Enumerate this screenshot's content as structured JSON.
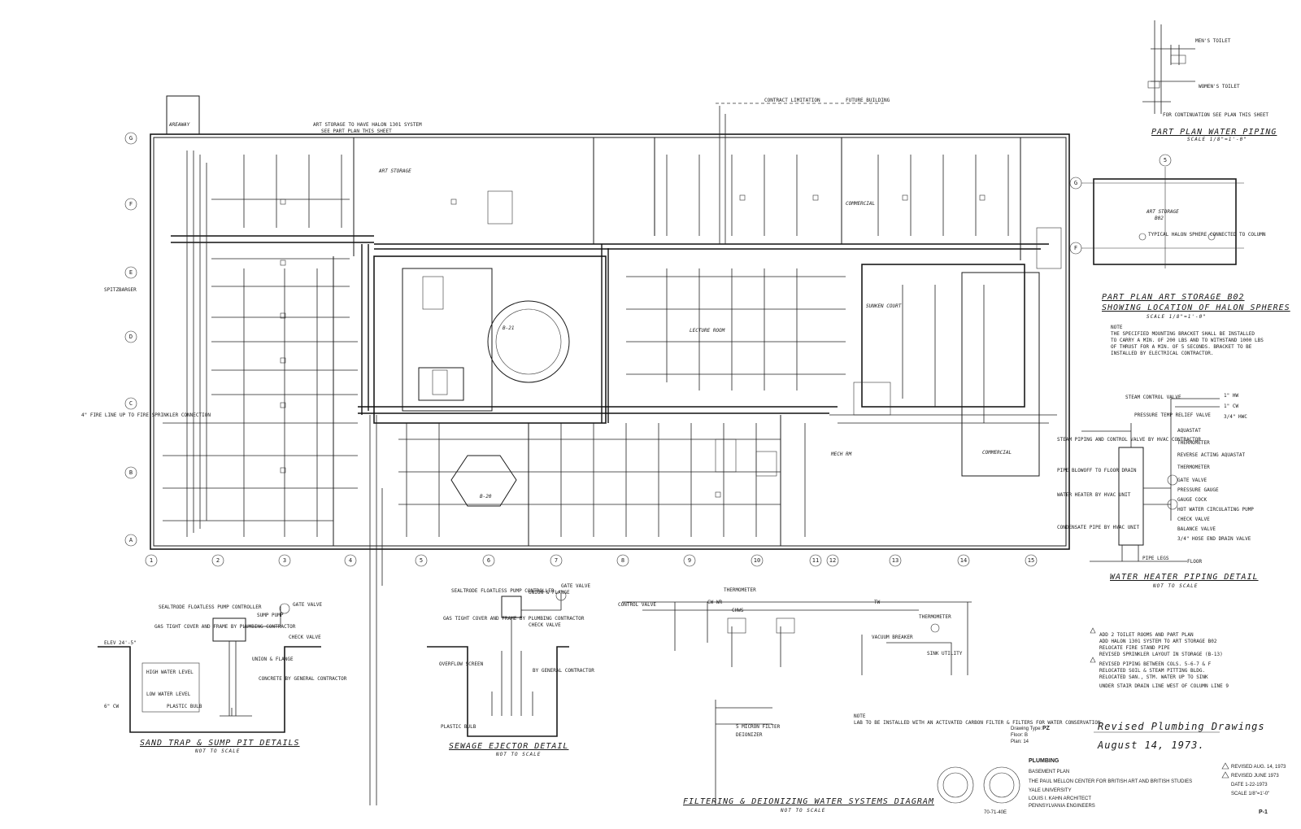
{
  "plan": {
    "notes": {
      "halon_note": "ART STORAGE TO HAVE HALON 1301 SYSTEM",
      "halon_note2": "SEE PART PLAN THIS SHEET",
      "contract_limitation": "CONTRACT LIMITATION",
      "future_building": "FUTURE BUILDING",
      "spitzbarger": "SPITZBARGER",
      "sprinkler_conn": "4\" FIRE LINE UP TO FIRE SPRINKLER CONNECTION"
    },
    "rooms": {
      "areaway": "AREAWAY",
      "art_storage": "ART STORAGE",
      "lecture_room": "LECTURE ROOM",
      "sunken_court": "SUNKEN COURT",
      "commercial": "COMMERCIAL",
      "commercial2": "COMMERCIAL",
      "mech_rm": "MECH RM",
      "b21": "B-21",
      "b20": "B-20"
    },
    "grid_rows": [
      "G",
      "F",
      "E",
      "D",
      "C",
      "B",
      "A"
    ],
    "grid_cols": [
      "1",
      "2",
      "3",
      "4",
      "5",
      "6",
      "7",
      "8",
      "9",
      "10",
      "11",
      "12",
      "13",
      "14",
      "15"
    ]
  },
  "part_plan_water": {
    "title": "PART PLAN WATER PIPING",
    "scale": "SCALE 1/8\"=1'-0\"",
    "men": "MEN'S TOILET",
    "women": "WOMEN'S TOILET",
    "note": "FOR CONTINUATION SEE PLAN THIS SHEET"
  },
  "part_plan_art": {
    "grid_g": "G",
    "grid_f": "F",
    "grid_5": "5",
    "room": "ART STORAGE",
    "room_no": "B02",
    "typical": "TYPICAL HALON SPHERE CONNECTED TO COLUMN",
    "title": "PART PLAN ART STORAGE B02",
    "subtitle": "SHOWING LOCATION OF HALON SPHERES",
    "scale": "SCALE 1/8\"=1'-0\"",
    "note_head": "NOTE",
    "note": [
      "THE SPECIFIED MOUNTING BRACKET SHALL BE INSTALLED",
      "TO CARRY A MIN. OF 200 LBS AND TO WITHSTAND 1000 LBS",
      "OF THRUST FOR A MIN. OF 5 SECONDS. BRACKET TO BE",
      "INSTALLED BY ELECTRICAL CONTRACTOR."
    ]
  },
  "water_heater": {
    "title": "WATER HEATER PIPING DETAIL",
    "scale": "NOT TO SCALE",
    "labels": {
      "steam_control": "STEAM CONTROL VALVE",
      "aquastat": "AQUASTAT",
      "thermometer": "THERMOMETER",
      "reverse": "REVERSE ACTING AQUASTAT",
      "thermometer2": "THERMOMETER",
      "gate": "GATE VALVE",
      "pressure": "PRESSURE GAUGE",
      "gauge_cock": "GAUGE COCK",
      "hot_water": "HOT WATER CIRCULATING PUMP",
      "check": "CHECK VALVE",
      "balance": "BALANCE VALVE",
      "drain": "3/4\" HOSE END DRAIN VALVE",
      "floor": "FLOOR",
      "pipe_legs": "PIPE LEGS",
      "water_heater": "WATER HEATER BY HVAC UNIT",
      "blowoff": "PIPE BLOWOFF TO FLOOR DRAIN",
      "condensate": "CONDENSATE PIPE BY HVAC UNIT",
      "pressure_temp": "PRESSURE TEMP RELIEF VALVE",
      "steam_piping": "STEAM PIPING AND CONTROL VALVE BY HVAC CONTRACTOR",
      "hw": "1\" HW",
      "cw": "1\" CW",
      "hwc": "3/4\" HWC"
    }
  },
  "revisions": [
    "ADD 2 TOILET ROOMS AND PART PLAN",
    "ADD HALON 1301 SYSTEM TO ART STORAGE B02",
    "RELOCATE FIRE STAND PIPE",
    "REVISED SPRINKLER LAYOUT IN STORAGE (B-13)",
    "REVISED PIPING BETWEEN COLS. 5-6-7 & F",
    "RELOCATED SOIL & STEAM PITTING BLDG.",
    "RELOCATED SAN., STM. WATER UP TO SINK",
    "UNDER STAIR DRAIN LINE WEST OF COLUMN LINE 9"
  ],
  "sump": {
    "title": "SAND TRAP & SUMP PIT DETAILS",
    "scale": "NOT TO SCALE",
    "labels": {
      "sealtrode": "SEALTRODE FLOATLESS PUMP CONTROLLER",
      "gas_tight": "GAS TIGHT COVER AND FRAME BY PLUMBING CONTRACTOR",
      "elev": "ELEV 24'-5\"",
      "sump_pump": "SUMP PUMP",
      "check": "CHECK VALVE",
      "gate": "GATE VALVE",
      "union": "UNION & FLANGE",
      "plastic": "PLASTIC BULB",
      "high": "HIGH WATER LEVEL",
      "low": "LOW WATER LEVEL",
      "concrete": "CONCRETE BY GENERAL CONTRACTOR",
      "six_cw": "6\" CW"
    }
  },
  "sewage": {
    "title": "SEWAGE EJECTOR DETAIL",
    "scale": "NOT TO SCALE",
    "labels": {
      "sealtrode": "SEALTRODE FLOATLESS PUMP CONTROLLER",
      "gas_tight": "GAS TIGHT COVER AND FRAME BY PLUMBING CONTRACTOR",
      "union": "UNION & FLANGE",
      "check": "CHECK VALVE",
      "gate": "GATE VALVE",
      "screen": "OVERFLOW SCREEN",
      "concrete": "BY GENERAL CONTRACTOR",
      "plastic": "PLASTIC BULB"
    }
  },
  "filter": {
    "title": "FILTERING & DEIONIZING WATER SYSTEMS DIAGRAM",
    "scale": "NOT TO SCALE",
    "labels": {
      "thermometer": "THERMOMETER",
      "control_valve": "CONTROL VALVE",
      "cwwr": "CW WR",
      "chhs": "CHWS",
      "tw": "TW",
      "thermometer2": "THERMOMETER",
      "vacuum": "VACUUM BREAKER",
      "sink": "SINK UTILITY",
      "charcoal": "5 MICRON FILTER",
      "deionizer": "DEIONIZER",
      "note_head": "NOTE",
      "note": "LAB TO BE INSTALLED WITH AN ACTIVATED CARBON FILTER & FILTERS FOR WATER CONSERVATION"
    }
  },
  "titleblock": {
    "signature": "Revised Plumbing Drawings",
    "date": "August 14, 1973.",
    "drawing_type_label": "Drawing Type:",
    "drawing_type": "PZ",
    "floor": "Floor: B",
    "plan_no": "Plan: 14",
    "title1": "PLUMBING",
    "title2": "BASEMENT PLAN",
    "client": "THE PAUL MELLON CENTER FOR BRITISH ART AND BRITISH STUDIES",
    "owner": "YALE UNIVERSITY",
    "architect": "LOUIS I. KAHN ARCHITECT",
    "engineer": "PENNSYLVANIA ENGINEERS",
    "rev1": "REVISED AUG. 14, 1973",
    "rev2": "REVISED JUNE 1973",
    "date_label": "DATE 1-22-1973",
    "scale_label": "SCALE 1/8\"=1'-0\"",
    "sheet": "P-1",
    "stamp": "70-71-40E"
  }
}
